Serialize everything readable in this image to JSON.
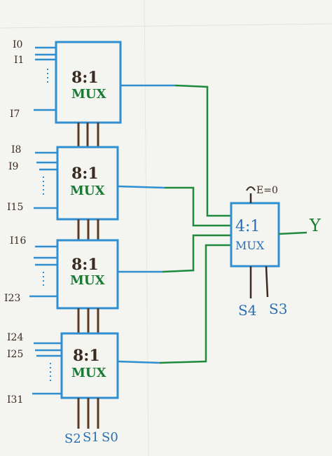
{
  "diagram": {
    "mux8": [
      {
        "label_top": "8:1",
        "label_bottom": "MUX",
        "inputs": [
          "I0",
          "I1",
          "I7"
        ]
      },
      {
        "label_top": "8:1",
        "label_bottom": "MUX",
        "inputs": [
          "I8",
          "I9",
          "I15"
        ]
      },
      {
        "label_top": "8:1",
        "label_bottom": "MUX",
        "inputs": [
          "I16",
          "",
          "I23"
        ]
      },
      {
        "label_top": "8:1",
        "label_bottom": "MUX",
        "inputs": [
          "I24",
          "I25",
          "I31"
        ]
      }
    ],
    "mux4": {
      "label_top": "4:1",
      "label_bottom": "MUX",
      "enable": "E=0",
      "output": "Y",
      "selects": [
        "S4",
        "S3"
      ]
    },
    "bottom_selects": [
      "S2",
      "S1",
      "S0"
    ],
    "colors": {
      "paper": "#f4f4f1",
      "blue": "#2f8fd0",
      "green": "#1f8a3c",
      "brown": "#5b3a22",
      "text_green": "#1a7a33",
      "text_blue": "#2b6fb0",
      "text_dark": "#3a2a22"
    }
  }
}
